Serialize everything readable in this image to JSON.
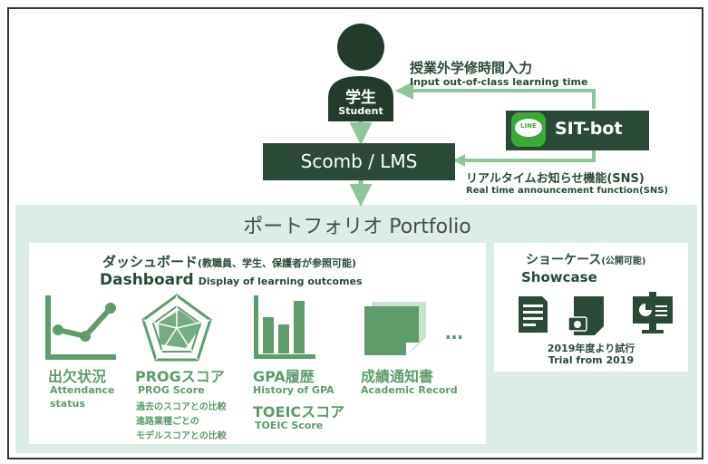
{
  "student": {
    "label_ja": "学生",
    "label_en": "Student"
  },
  "input_flow": {
    "ja": "授業外学修時間入力",
    "en": "Input out-of-class learning time"
  },
  "bot": {
    "name": "SIT-bot",
    "line_label": "LINE"
  },
  "lms": {
    "label": "Scomb / LMS"
  },
  "realtime": {
    "ja": "リアルタイムお知らせ機能(SNS)",
    "en": "Real time announcement function(SNS)"
  },
  "portfolio": {
    "title": "ポートフォリオ Portfolio"
  },
  "dashboard": {
    "title_ja": "ダッシュボード",
    "title_note": "(教職員、学生、保護者が参照可能)",
    "title_en": "Dashboard",
    "subtitle_en": "Display of learning outcomes",
    "items": [
      {
        "label_ja": "出欠状況",
        "lines": [
          "Attendance",
          "status"
        ],
        "icon": "line-chart-icon"
      },
      {
        "label_ja": "PROGスコア",
        "lines": [
          "PROG Score",
          "過去のスコアとの比較",
          "進路業種ごとの",
          "モデルスコアとの比較"
        ],
        "icon": "radar-chart-icon"
      },
      {
        "label_ja": "GPA履歴",
        "lines": [
          "History of GPA"
        ],
        "label2_ja": "TOEICスコア",
        "lines2": [
          "TOEIC Score"
        ],
        "icon": "bar-chart-icon"
      },
      {
        "label_ja": "成績通知書",
        "lines": [
          "Academic Record"
        ],
        "icon": "documents-icon"
      }
    ],
    "ellipsis": "…"
  },
  "showcase": {
    "title_ja": "ショーケース",
    "title_note": "(公開可能)",
    "title_en": "Showcase",
    "trial_ja": "2019年度より試行",
    "trial_en": "Trial from 2019"
  },
  "colors": {
    "dark_green": "#2a4a37",
    "mid_green": "#5f9c6c",
    "arrow_green": "#8fc59a",
    "panel_bg": "#dcede6",
    "line_green": "#3aa935"
  }
}
